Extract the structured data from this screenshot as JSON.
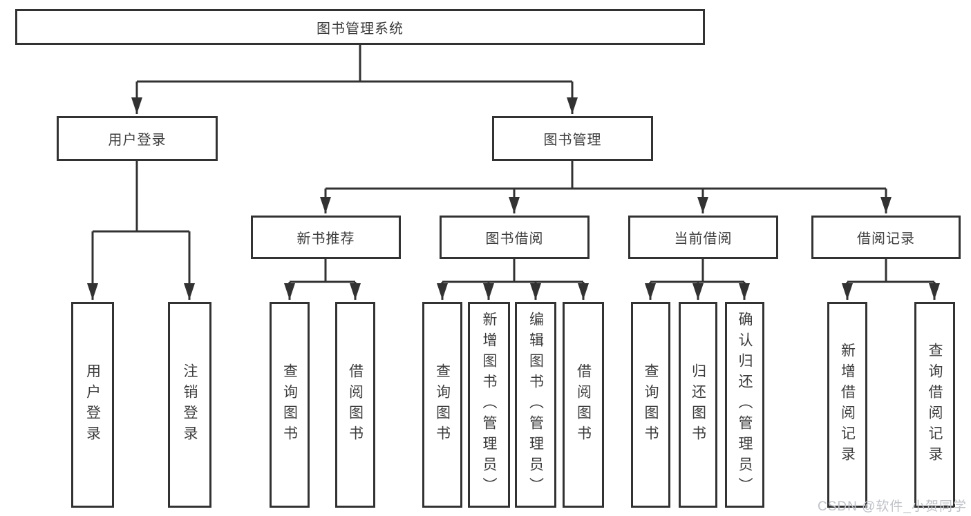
{
  "diagram": {
    "type": "hierarchy-tree",
    "line_color": "#323232",
    "box_border_color": "#323232",
    "text_color": "#3d3d3d",
    "watermark_color": "#bfc2c7",
    "watermark": "CSDN @软件_小贺同学",
    "tree": {
      "label": "图书管理系统",
      "children": [
        {
          "label": "用户登录",
          "children": [
            {
              "label": "用户登录"
            },
            {
              "label": "注销登录"
            }
          ]
        },
        {
          "label": "图书管理",
          "children": [
            {
              "label": "新书推荐",
              "children": [
                {
                  "label": "查询图书"
                },
                {
                  "label": "借阅图书"
                }
              ]
            },
            {
              "label": "图书借阅",
              "children": [
                {
                  "label": "查询图书"
                },
                {
                  "label": "新增图书（管理员）"
                },
                {
                  "label": "编辑图书（管理员）"
                },
                {
                  "label": "借阅图书"
                }
              ]
            },
            {
              "label": "当前借阅",
              "children": [
                {
                  "label": "查询图书"
                },
                {
                  "label": "归还图书"
                },
                {
                  "label": "确认归还（管理员）"
                }
              ]
            },
            {
              "label": "借阅记录",
              "children": [
                {
                  "label": "新增借阅记录"
                },
                {
                  "label": "查询借阅记录"
                }
              ]
            }
          ]
        }
      ]
    }
  }
}
